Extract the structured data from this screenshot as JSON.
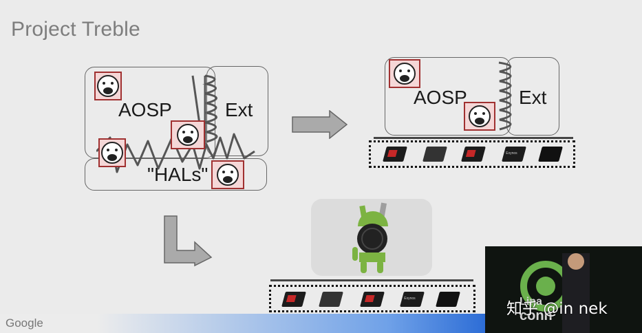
{
  "slide": {
    "title": "Project Treble",
    "footer_brand": "Google"
  },
  "left_diagram": {
    "aosp_label": "AOSP",
    "ext_label": "Ext",
    "hals_label": "\"HALs\""
  },
  "right_diagram": {
    "aosp_label": "AOSP",
    "ext_label": "Ext"
  },
  "chips": [
    {
      "icon": "chip-icon"
    },
    {
      "icon": "chip-icon"
    },
    {
      "icon": "chip-icon"
    },
    {
      "icon": "chip-icon",
      "text": "Exynos"
    },
    {
      "icon": "chip-icon"
    }
  ],
  "video_inset": {
    "watermark": "知乎 @in nek",
    "background_text": "conn",
    "background_text_top": "Lina"
  },
  "colors": {
    "background": "#ebebeb",
    "title": "#7d7d7d",
    "android_green": "#7cb342",
    "footer_blue": "#2d6dd6"
  }
}
